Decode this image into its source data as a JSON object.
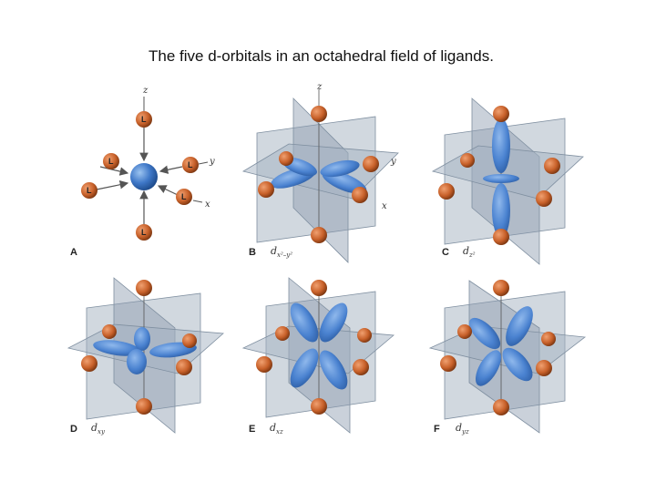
{
  "title": "The five d-orbitals in an octahedral field of ligands.",
  "colors": {
    "ligand": "#c8612a",
    "orbital": "#3f78c8",
    "plane": "#9aa8b8",
    "axis": "#555555"
  },
  "panelA": {
    "letter": "A",
    "axis_z": "z",
    "axis_y": "y",
    "axis_x": "x",
    "ligand_label": "L"
  },
  "panelB": {
    "letter": "B",
    "orbital": "d",
    "orbital_sub": "x²–y²",
    "axis_z": "z",
    "axis_y": "y",
    "axis_x": "x"
  },
  "panelC": {
    "letter": "C",
    "orbital": "d",
    "orbital_sub": "z²"
  },
  "panelD": {
    "letter": "D",
    "orbital": "d",
    "orbital_sub": "xy"
  },
  "panelE": {
    "letter": "E",
    "orbital": "d",
    "orbital_sub": "xz"
  },
  "panelF": {
    "letter": "F",
    "orbital": "d",
    "orbital_sub": "yz"
  }
}
